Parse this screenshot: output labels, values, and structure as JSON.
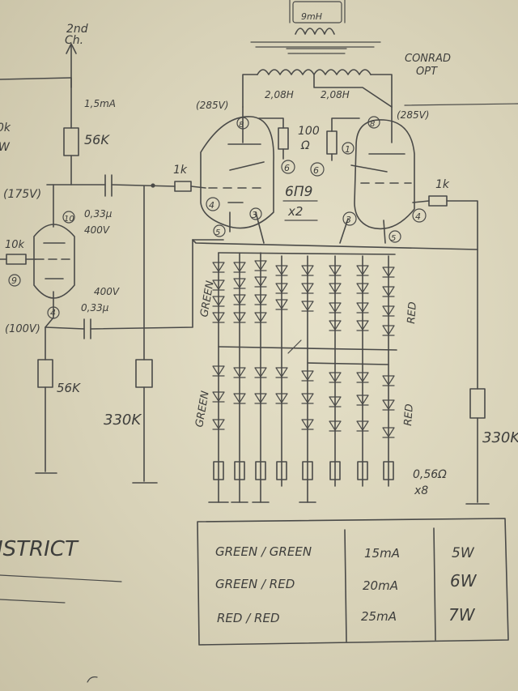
{
  "labels": {
    "out_top": "2nd",
    "out_bottom": "Ch.",
    "choke": "9mH",
    "opt_line1": "CONRAD",
    "opt_line2": "OPT",
    "ind_left": "2,08H",
    "ind_right": "2,08H",
    "current": "1,5mA",
    "r_anode": "56K",
    "partial_k": "0k",
    "partial_w": "W",
    "v175": "(175V)",
    "cap_top_1": "0,33μ",
    "cap_top_2": "400V",
    "grid_r": "10k",
    "pin_10": "10",
    "pin_9": "9",
    "pin_4_left": "4",
    "cap_low_1": "400V",
    "cap_low_2": "0,33μ",
    "v100": "(100V)",
    "r_cathode": "56K",
    "r_grid_leak": "330K",
    "v285_left": "(285V)",
    "v285_right": "(285V)",
    "r100": "100",
    "r100_unit": "Ω",
    "r1k_left": "1k",
    "r1k_right": "1k",
    "tube_line1": "6П9",
    "tube_line2": "x2",
    "pin_8_l": "8",
    "pin_6_l": "6",
    "pin_4_l": "4",
    "pin_3_l": "3",
    "pin_5_l": "5",
    "pin_8_r": "8",
    "pin_1_r": "1",
    "pin_6_r": "6",
    "pin_3_r": "3",
    "pin_4_r": "4",
    "pin_5_r": "5",
    "green_upper": "GREEN",
    "green_lower": "GREEN",
    "red_upper": "RED",
    "red_lower": "RED",
    "r_out": "330K",
    "r_sense_1": "0,56Ω",
    "r_sense_2": "x8",
    "district": "ISTRICT"
  },
  "table": {
    "rows": [
      {
        "combo": "GREEN / GREEN",
        "current": "15mA",
        "power": "5W"
      },
      {
        "combo": "GREEN / RED",
        "current": "20mA",
        "power": "6W"
      },
      {
        "combo": "RED / RED",
        "current": "25mA",
        "power": "7W"
      }
    ]
  },
  "colors": {
    "paper": "#ddd7be",
    "pencil": "#4a4a48"
  }
}
